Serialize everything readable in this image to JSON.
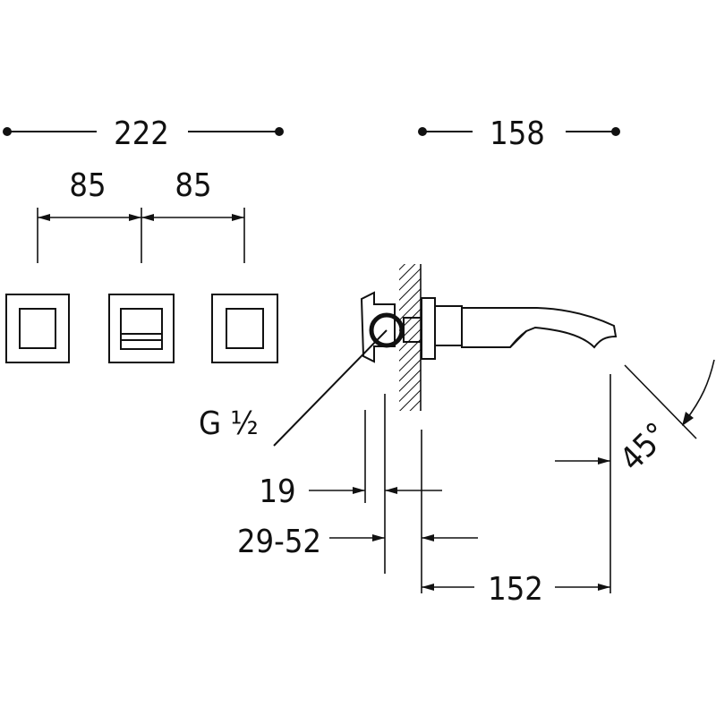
{
  "dimensions": {
    "overall_width": "222",
    "spacing_left": "85",
    "spacing_right": "85",
    "projection_total": "158",
    "wall_offset": "19",
    "wall_depth_range": "29-52",
    "spout_reach": "152",
    "spout_angle": "45°",
    "thread_size": "G ½"
  }
}
